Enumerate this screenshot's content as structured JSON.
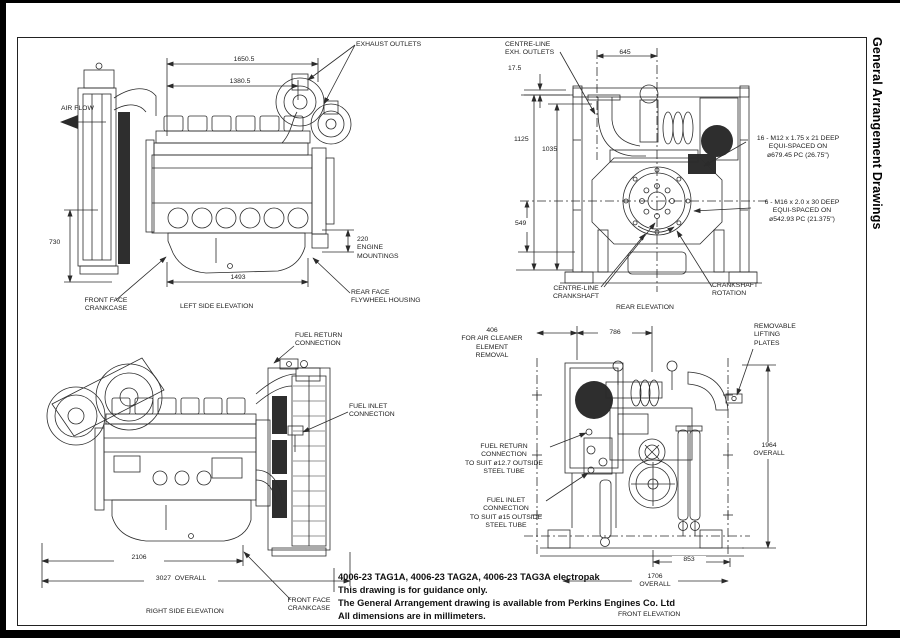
{
  "side_title": "General Arrangement Drawings",
  "colors": {
    "ink": "#2b2b2b",
    "paper": "#ffffff"
  },
  "views": {
    "left_side": {
      "title": "LEFT SIDE ELEVATION",
      "exhaust_outlets": "EXHAUST OUTLETS",
      "air_flow": "AIR FLOW",
      "mountings": "220\nENGINE\nMOUNTINGS",
      "front_face": "FRONT FACE\nCRANKCASE",
      "rear_face": "REAR FACE\nFLYWHEEL HOUSING",
      "dims": {
        "d1650": "1650.5",
        "d1380": "1380.5",
        "d730": "730",
        "d1493": "1493"
      }
    },
    "rear": {
      "title": "REAR ELEVATION",
      "centre_line_exh": "CENTRE-LINE\nEXH. OUTLETS",
      "bolts_upper": "16 - M12 x 1.75 x 21 DEEP\nEQUI-SPACED ON\nø679.45 PC (26.75\")",
      "bolts_lower": "6 - M16 x 2.0 x 30 DEEP\nEQUI-SPACED ON\nø542.93 PC (21.375\")",
      "centre_line_crank": "CENTRE-LINE\nCRANKSHAFT",
      "crank_rotation": "CRANKSHAFT\nROTATION",
      "dims": {
        "d645": "645",
        "d175": "17.5",
        "d1125": "1125",
        "d1035": "1035",
        "d549": "549"
      }
    },
    "right_side": {
      "title": "RIGHT SIDE ELEVATION",
      "fuel_return": "FUEL RETURN\nCONNECTION",
      "fuel_inlet": "FUEL INLET\nCONNECTION",
      "front_face": "FRONT FACE\nCRANKCASE",
      "dims": {
        "d2106": "2106",
        "d3027": "3027  OVERALL"
      }
    },
    "front": {
      "title": "FRONT ELEVATION",
      "air_cleaner": "406\nFOR AIR CLEANER\nELEMENT REMOVAL",
      "lifting_plates": "REMOVABLE\nLIFTING\nPLATES",
      "fuel_return": "FUEL RETURN CONNECTION\nTO SUIT ø12.7 OUTSIDE\nSTEEL TUBE",
      "fuel_inlet": "FUEL INLET CONNECTION\nTO SUIT ø15 OUTSIDE\nSTEEL TUBE",
      "dims": {
        "d786": "786",
        "d853": "853",
        "d1706": "1706\nOVERALL",
        "d1964": "1964\nOVERALL"
      }
    }
  },
  "notes": {
    "line1": "4006-23 TAG1A, 4006-23 TAG2A, 4006-23 TAG3A electropak",
    "line2": "This drawing is for guidance only.",
    "line3": "The General Arrangement drawing is available from Perkins Engines Co. Ltd",
    "line4": "All dimensions are in millimeters."
  }
}
